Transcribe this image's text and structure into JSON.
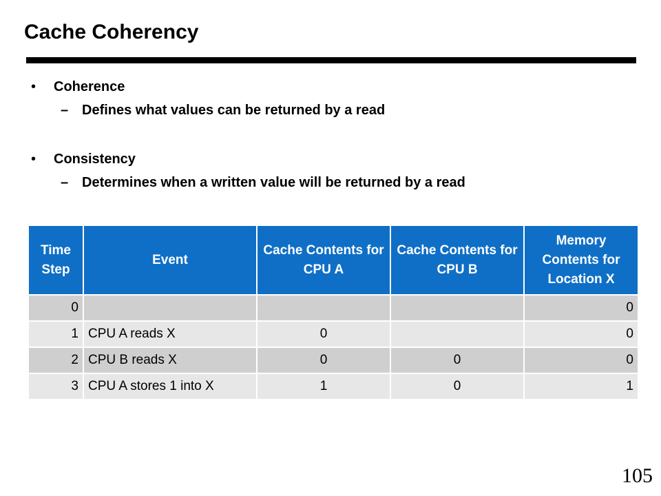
{
  "slide": {
    "title": "Cache Coherency",
    "page_number": "105"
  },
  "bullets": [
    {
      "text": "Coherence",
      "sub": "Defines what values can be returned by a read"
    },
    {
      "text": "Consistency",
      "sub": "Determines when a written value will be returned by a read"
    }
  ],
  "table": {
    "header_color": "#0f6fc6",
    "headers": [
      "Time Step",
      "Event",
      "Cache Contents for CPU A",
      "Cache Contents for CPU B",
      "Memory Contents for Location X"
    ],
    "rows": [
      [
        "0",
        "",
        "",
        "",
        "0"
      ],
      [
        "1",
        "CPU A reads X",
        "0",
        "",
        "0"
      ],
      [
        "2",
        "CPU B reads X",
        "0",
        "0",
        "0"
      ],
      [
        "3",
        "CPU A stores 1 into X",
        "1",
        "0",
        "1"
      ]
    ]
  }
}
